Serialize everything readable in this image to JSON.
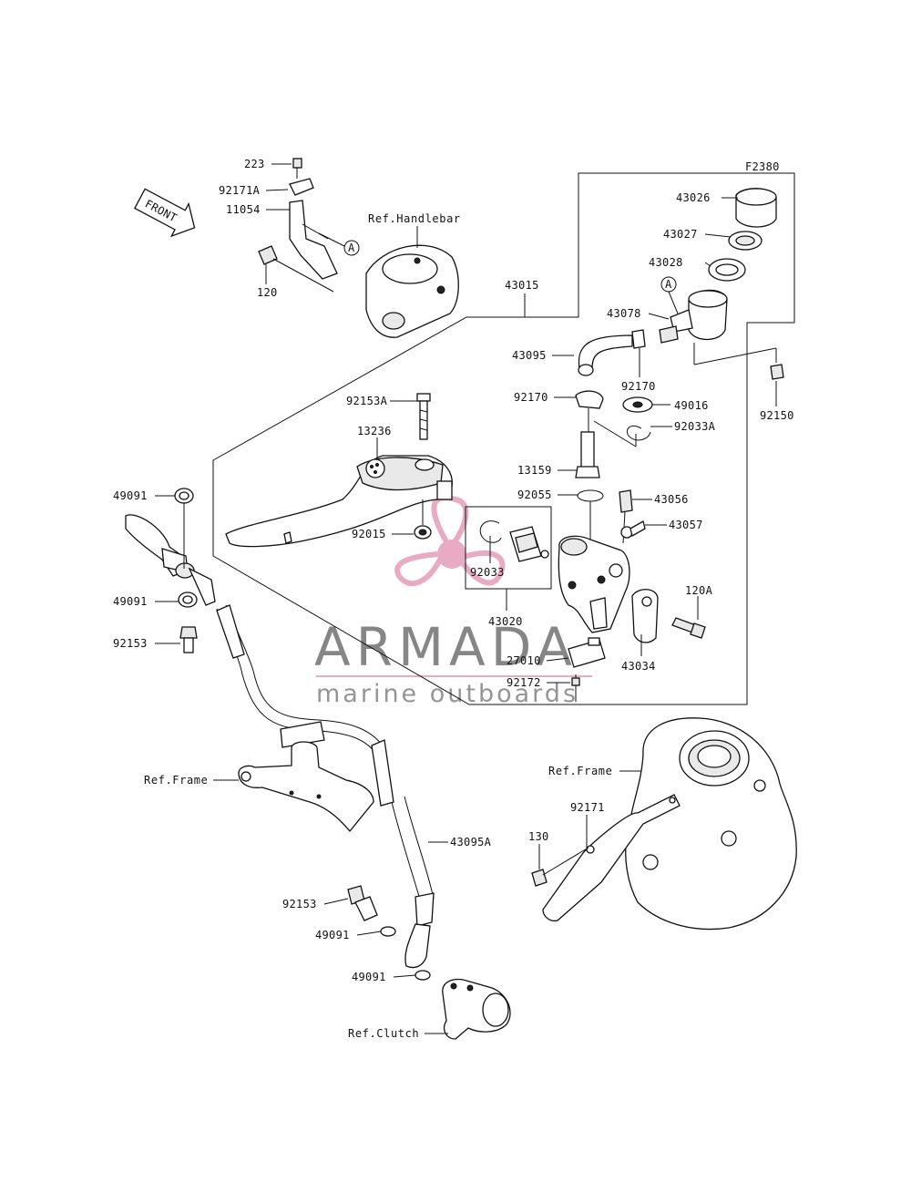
{
  "diagram_code": "F2380",
  "front_arrow_label": "FRONT",
  "circle_marker": "A",
  "references": {
    "handlebar": "Ref.Handlebar",
    "frame_left": "Ref.Frame",
    "frame_right": "Ref.Frame",
    "clutch": "Ref.Clutch"
  },
  "parts": {
    "p223": "223",
    "p92171A": "92171A",
    "p11054": "11054",
    "p120": "120",
    "p43015": "43015",
    "p43026": "43026",
    "p43027": "43027",
    "p43028": "43028",
    "p43078": "43078",
    "p43095": "43095",
    "p92170a": "92170",
    "p92170b": "92170",
    "p49016": "49016",
    "p92033A": "92033A",
    "p92150": "92150",
    "p92153A": "92153A",
    "p13236": "13236",
    "p13159": "13159",
    "p92055": "92055",
    "p43056": "43056",
    "p43057": "43057",
    "p92015": "92015",
    "p92033": "92033",
    "p43020": "43020",
    "p120A": "120A",
    "p27010": "27010",
    "p43034": "43034",
    "p92172": "92172",
    "p49091a": "49091",
    "p49091b": "49091",
    "p92153a": "92153",
    "p43095A": "43095A",
    "p92171": "92171",
    "p130": "130",
    "p92153b": "92153",
    "p49091c": "49091",
    "p49091d": "49091"
  },
  "watermark": {
    "brand": "ARMADA",
    "tagline": "marine outboards",
    "colors": {
      "pink": "#e7a3bd",
      "grey": "#7a7a7a"
    }
  }
}
